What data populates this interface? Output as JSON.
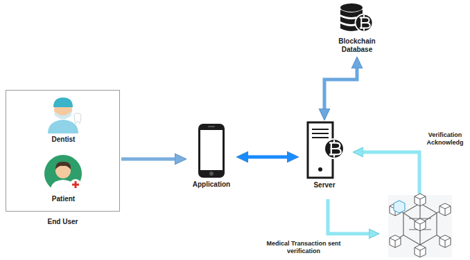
{
  "diagram": {
    "nodes": [
      {
        "text": [
          "End User"
        ]
      },
      {
        "text": [
          "Dentist"
        ],
        "in": 0
      },
      {
        "text": [
          "Patient"
        ],
        "in": 0
      },
      {
        "text": [
          "Application"
        ]
      },
      {
        "text": [
          "Server"
        ]
      },
      {
        "text": [
          "Blockchain Database"
        ]
      }
    ],
    "edges": [
      {
        "from": 0,
        "to": 3,
        "arrow": "to"
      },
      {
        "from": 3,
        "to": 4,
        "arrow": "both"
      },
      {
        "from": 4,
        "to": 5,
        "arrow": "both"
      }
    ],
    "labels": [
      "Verification Acknowledg",
      "Medical Transaction sent verification"
    ]
  }
}
